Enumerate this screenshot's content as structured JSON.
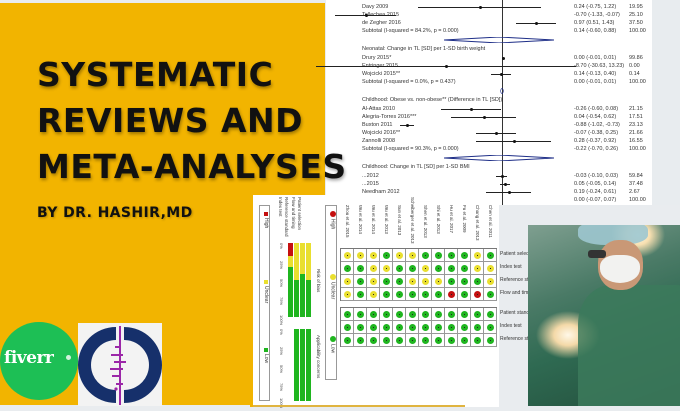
{
  "banner": {
    "title_lines": [
      "SYSTEMATIC",
      "REVIEWS AND",
      "META-ANALYSES"
    ],
    "byline": "BY DR. HASHIR,MD",
    "background_color": "#f2b400"
  },
  "logos": {
    "fiverr": {
      "text": "fiverr",
      "color": "#1dbf55"
    },
    "cochrane": {
      "ring_color": "#16306b",
      "accent_color": "#9b27a8"
    }
  },
  "forest_plot": {
    "groups": [
      {
        "label": "",
        "studies": [
          {
            "name": "Davy 2009",
            "estimate": "0.24 (-0.75, 1.22)",
            "weight": "19.95"
          },
          {
            "name": "Tellechea 2015",
            "estimate": "-0.70 (-1.33, -0.07)",
            "weight": "25.10"
          },
          {
            "name": "de Zegher 2016",
            "estimate": "0.97 (0.51, 1.43)",
            "weight": "37.50"
          },
          {
            "name": "Subtotal  (I-squared = 84.2%, p = 0.000)",
            "estimate": "0.14 (-0.60, 0.88)",
            "weight": "100.00"
          }
        ]
      },
      {
        "label": "Neonatal: Change in TL [SD] per 1-SD birth weight",
        "studies": [
          {
            "name": "Drury 2015*",
            "estimate": "0.00 (-0.01, 0.01)",
            "weight": "99.86"
          },
          {
            "name": "Entringer 2015",
            "estimate": "-8.70 (-30.63, 13.23)",
            "weight": "0.00"
          },
          {
            "name": "Wojcicki 2015**",
            "estimate": "0.14 (-0.13, 0.40)",
            "weight": "0.14"
          },
          {
            "name": "Subtotal  (I-squared = 0.0%, p = 0.437)",
            "estimate": "0.00 (-0.01, 0.01)",
            "weight": "100.00"
          }
        ]
      },
      {
        "label": "Childhood: Obese vs. non-obese** (Difference in TL [SD])",
        "studies": [
          {
            "name": "Al-Attas 2010",
            "estimate": "-0.26 (-0.60, 0.08)",
            "weight": "21.15"
          },
          {
            "name": "Alegria-Torres 2016***",
            "estimate": "0.04 (-0.54, 0.62)",
            "weight": "17.51"
          },
          {
            "name": "Buxton 2011",
            "estimate": "-0.88 (-1.02, -0.73)",
            "weight": "23.13"
          },
          {
            "name": "Wojcicki 2016**",
            "estimate": "-0.07 (-0.38, 0.25)",
            "weight": "21.66"
          },
          {
            "name": "Zannolli 2008",
            "estimate": "0.28 (-0.37, 0.92)",
            "weight": "16.55"
          },
          {
            "name": "Subtotal  (I-squared = 90.3%, p = 0.000)",
            "estimate": "-0.22 (-0.70, 0.26)",
            "weight": "100.00"
          }
        ]
      },
      {
        "label": "Childhood: Change in TL [SD] per 1-SD BMI",
        "studies": [
          {
            "name": "...2012",
            "estimate": "-0.03 (-0.10, 0.03)",
            "weight": "59.84"
          },
          {
            "name": "...2015",
            "estimate": "0.05 (-0.05, 0.14)",
            "weight": "37.48"
          },
          {
            "name": "Needham 2012",
            "estimate": "0.19 (-0.24, 0.61)",
            "weight": "2.67"
          },
          {
            "name": "",
            "estimate": "0.00 (-0.07, 0.07)",
            "weight": "100.00"
          }
        ]
      }
    ]
  },
  "risk_of_bias": {
    "legend_left": [
      "High",
      "Unclear",
      "Low"
    ],
    "legend_right": [
      "High",
      "Unclear",
      "Low"
    ],
    "bar_domains": [
      "Patient selection",
      "Index test",
      "Reference standard",
      "Flow and timing"
    ],
    "bar_section_titles": [
      "Risk of bias",
      "Applicability concerns"
    ],
    "axis_ticks": [
      "0%",
      "25%",
      "50%",
      "75%",
      "100%"
    ],
    "studies": [
      "Zhou et al. 2015",
      "Wu et al. 2014",
      "Wu et al. 2014",
      "Wu et al. 2013",
      "Sun et al. 2013",
      "Scheiberger et al. 2013",
      "Shen et al. 2013",
      "Shi et al. 2013",
      "Hu et al. 2017",
      "Fu et al. 2009",
      "Chang et al. 2013",
      "Chen et al. 2011"
    ],
    "rob_rows": [
      "Patient selection",
      "Index test",
      "Reference standard",
      "Flow and timing"
    ],
    "app_rows": [
      "Patient standard",
      "Index test",
      "Reference standard"
    ],
    "rob_grid": [
      [
        "y",
        "y",
        "y",
        "g",
        "y",
        "y",
        "g",
        "g",
        "g",
        "g",
        "y",
        "g"
      ],
      [
        "g",
        "g",
        "y",
        "y",
        "g",
        "g",
        "y",
        "g",
        "g",
        "g",
        "y",
        "y"
      ],
      [
        "y",
        "g",
        "y",
        "g",
        "g",
        "y",
        "y",
        "y",
        "g",
        "g",
        "g",
        "y"
      ],
      [
        "y",
        "g",
        "y",
        "g",
        "g",
        "g",
        "g",
        "g",
        "r",
        "g",
        "r",
        "g"
      ]
    ],
    "app_grid": [
      [
        "g",
        "g",
        "g",
        "g",
        "g",
        "g",
        "g",
        "g",
        "g",
        "g",
        "g",
        "g"
      ],
      [
        "g",
        "g",
        "g",
        "g",
        "g",
        "g",
        "g",
        "g",
        "g",
        "g",
        "g",
        "g"
      ],
      [
        "g",
        "g",
        "g",
        "g",
        "g",
        "g",
        "g",
        "g",
        "g",
        "g",
        "g",
        "g"
      ]
    ],
    "colors": {
      "low": "#1fb51f",
      "unclear": "#e9df2f",
      "high": "#c51010"
    }
  },
  "photo": {
    "subject": "surgeon-with-loupes"
  }
}
